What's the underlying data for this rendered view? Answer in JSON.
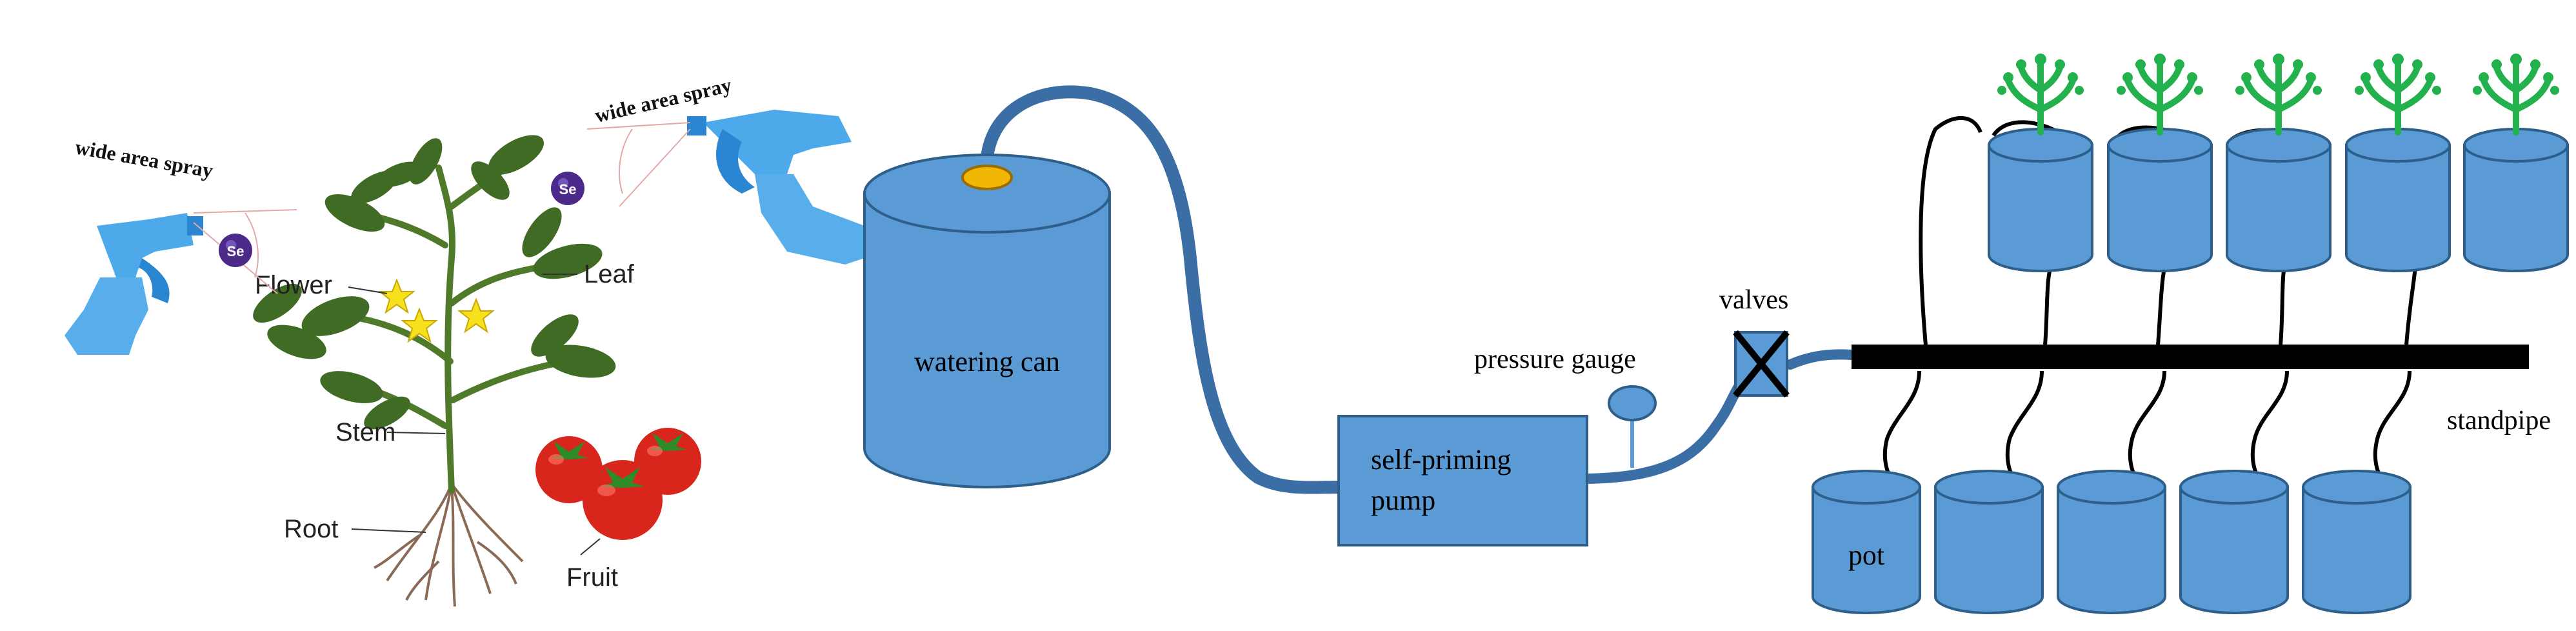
{
  "colors": {
    "container_fill": "#5b9bd5",
    "container_stroke": "#2e5f8a",
    "hose": "#3a6ea5",
    "standpipe": "#000000",
    "wire": "#000000",
    "sprout_green": "#22b14c",
    "sprayer_blue": "#3aa0e8",
    "tomato_red": "#d9261c",
    "inlet_yellow": "#f2b705",
    "flower_yellow": "#f7e01e",
    "leaf_green": "#3f6b25",
    "se_purple": "#4b2a8a"
  },
  "plant_illustration": {
    "labels": {
      "flower": "Flower",
      "leaf": "Leaf",
      "stem": "Stem",
      "root": "Root",
      "fruit": "Fruit"
    },
    "sprayers": [
      {
        "label": "wide area spray",
        "badge": "Se"
      },
      {
        "label": "wide area spray",
        "badge": "Se"
      }
    ],
    "icons": [
      "spray-bottle-icon",
      "selenium-badge-icon",
      "tomato-icon",
      "flower-icon",
      "leaf-icon"
    ]
  },
  "system": {
    "watering_can": "watering can",
    "pump_line1": "self-priming",
    "pump_line2": "pump",
    "pressure_gauge": "pressure gauge",
    "valves": "valves",
    "standpipe": "standpipe",
    "pot": "pot"
  }
}
